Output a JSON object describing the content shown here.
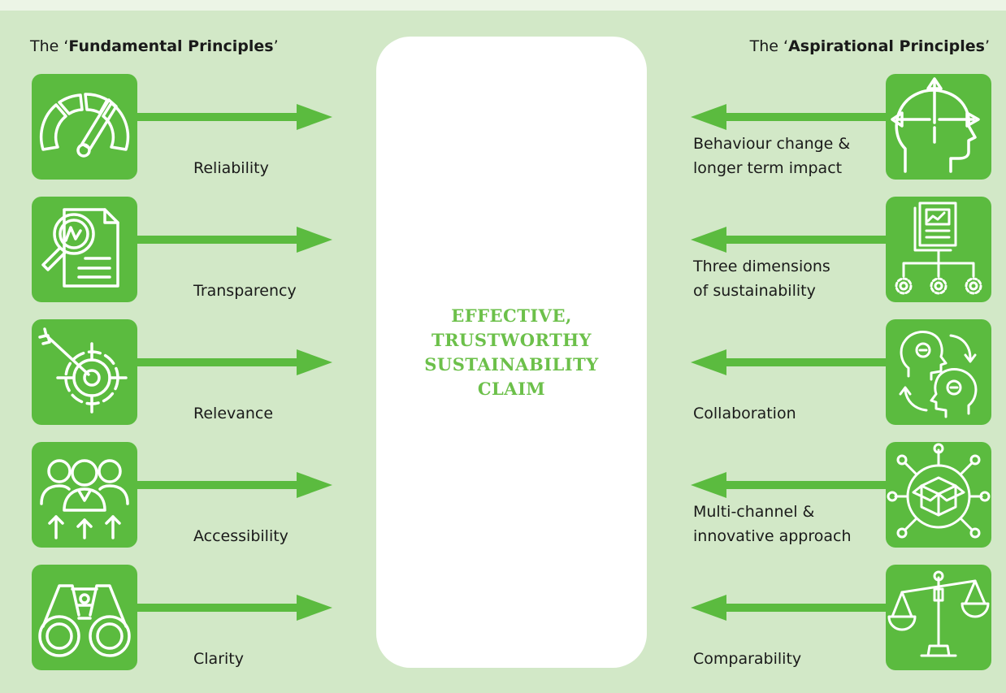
{
  "headings": {
    "left": {
      "prefix": "The ‘",
      "bold": "Fundamental Principles",
      "suffix": "’"
    },
    "right": {
      "prefix": "The ‘",
      "bold": "Aspirational Principles",
      "suffix": "’"
    }
  },
  "center": {
    "lines": [
      "EFFECTIVE,",
      "TRUSTWORTHY",
      "SUSTAINABILITY",
      "CLAIM"
    ]
  },
  "fundamental": [
    {
      "label": "Reliability",
      "icon": "speedometer-icon"
    },
    {
      "label": "Transparency",
      "icon": "document-magnifier-icon"
    },
    {
      "label": "Relevance",
      "icon": "target-gear-icon"
    },
    {
      "label": "Accessibility",
      "icon": "people-group-icon"
    },
    {
      "label": "Clarity",
      "icon": "binoculars-icon"
    }
  ],
  "aspirational": [
    {
      "label_line1": "Behaviour change &",
      "label_line2": "longer term impact",
      "icon": "head-arrows-icon"
    },
    {
      "label_line1": "Three dimensions",
      "label_line2": "of sustainability",
      "icon": "report-gears-icon"
    },
    {
      "label_line1": "Collaboration",
      "label_line2": "",
      "icon": "two-heads-cycle-icon"
    },
    {
      "label_line1": "Multi-channel &",
      "label_line2": "innovative approach",
      "icon": "box-network-icon"
    },
    {
      "label_line1": "Comparability",
      "label_line2": "",
      "icon": "balance-scale-icon"
    }
  ],
  "colors": {
    "tile": "#5bbb3f",
    "arrow": "#5bbb3f",
    "center_text": "#6cc04a",
    "background": "#d2e8c7"
  }
}
